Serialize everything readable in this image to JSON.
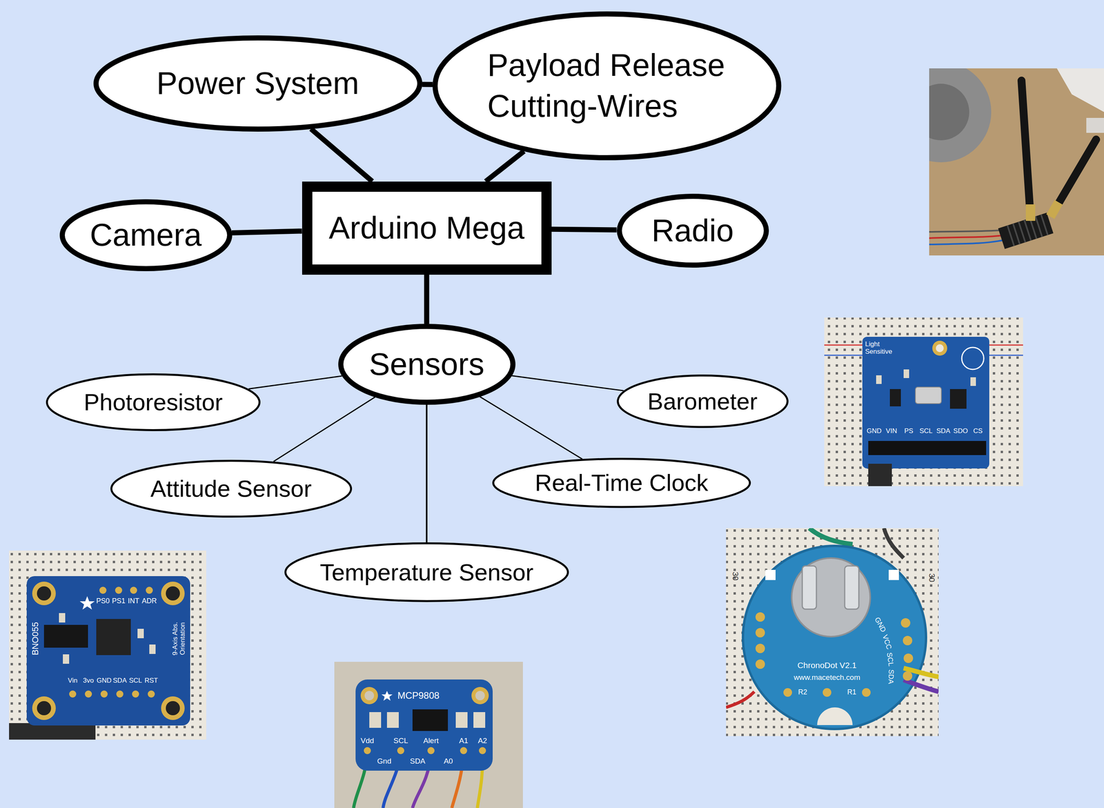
{
  "diagram": {
    "nodes": [
      {
        "text": [
          "Power System"
        ]
      },
      {
        "text": [
          "Payload Release Cutting-Wires"
        ]
      },
      {
        "text": [
          "Camera"
        ]
      },
      {
        "text": [
          "Arduino Mega"
        ]
      },
      {
        "text": [
          "Radio"
        ]
      },
      {
        "text": [
          "Sensors"
        ]
      },
      {
        "text": [
          "Photoresistor"
        ]
      },
      {
        "text": [
          "Barometer"
        ]
      },
      {
        "text": [
          "Attitude Sensor"
        ]
      },
      {
        "text": [
          "Real-Time Clock"
        ]
      },
      {
        "text": [
          "Temperature Sensor"
        ]
      }
    ],
    "edges": [
      {
        "from": 0,
        "to": 1,
        "arrow": "none"
      },
      {
        "from": 0,
        "to": 3,
        "arrow": "none"
      },
      {
        "from": 1,
        "to": 3,
        "arrow": "none"
      },
      {
        "from": 2,
        "to": 3,
        "arrow": "none"
      },
      {
        "from": 3,
        "to": 4,
        "arrow": "none"
      },
      {
        "from": 3,
        "to": 5,
        "arrow": "none"
      },
      {
        "from": 5,
        "to": 6,
        "arrow": "none"
      },
      {
        "from": 5,
        "to": 7,
        "arrow": "none"
      },
      {
        "from": 5,
        "to": 8,
        "arrow": "none"
      },
      {
        "from": 5,
        "to": 9,
        "arrow": "none"
      },
      {
        "from": 5,
        "to": 10,
        "arrow": "none"
      }
    ],
    "labels": [
      "Light Sensitive",
      "GND",
      "VIN",
      "PS",
      "SCL",
      "SDA",
      "SDO",
      "CS",
      "PS0",
      "PS1",
      "INT",
      "ADR",
      "BNO055",
      "9-Axis Abs. Orientation",
      "Vin",
      "3vo",
      "GND",
      "SDA",
      "SCL",
      "RST",
      "MCP9808",
      "Vdd",
      "SCL",
      "Alert",
      "A1",
      "A2",
      "Gnd",
      "SDA",
      "A0",
      "ChronoDot V2.1",
      "www.macetech.com",
      "GND",
      "VCC",
      "SCL",
      "SDA",
      "R2",
      "R1",
      "30",
      "30"
    ]
  }
}
